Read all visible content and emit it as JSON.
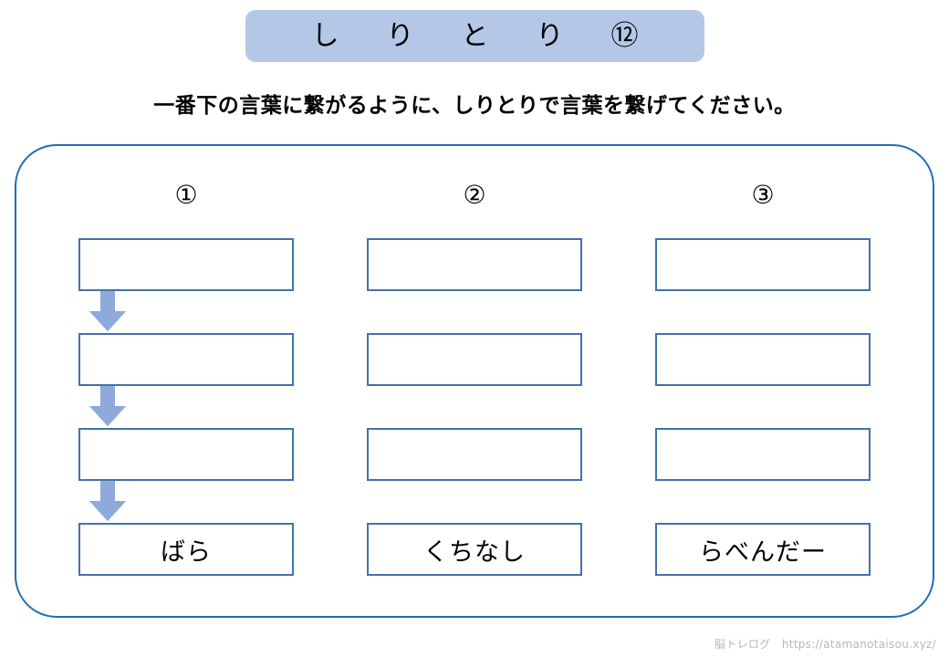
{
  "colors": {
    "title_bar_fill": "#B4C7E7",
    "panel_border": "#1F6FB5",
    "box_border": "#4472A8",
    "arrow_fill": "#8EA9DB",
    "footer_text": "#B8B8B8",
    "text": "#000000"
  },
  "header": {
    "title": "し　り　と　り　⑫",
    "subtitle": "一番下の言葉に繋がるように、しりとりで言葉を繋げてください。"
  },
  "puzzle": {
    "columns": [
      {
        "header": "①",
        "rows": [
          {
            "value": "",
            "filled": false
          },
          {
            "value": "",
            "filled": false
          },
          {
            "value": "",
            "filled": false
          },
          {
            "value": "ばら",
            "filled": true
          }
        ],
        "arrows": [
          "down-arrow",
          "down-arrow",
          "down-arrow"
        ]
      },
      {
        "header": "②",
        "rows": [
          {
            "value": "",
            "filled": false
          },
          {
            "value": "",
            "filled": false
          },
          {
            "value": "",
            "filled": false
          },
          {
            "value": "くちなし",
            "filled": true
          }
        ],
        "arrows": [
          "down-arrow",
          "down-arrow",
          "down-arrow"
        ]
      },
      {
        "header": "③",
        "rows": [
          {
            "value": "",
            "filled": false
          },
          {
            "value": "",
            "filled": false
          },
          {
            "value": "",
            "filled": false
          },
          {
            "value": "らべんだー",
            "filled": true
          }
        ],
        "arrows": [
          "down-arrow",
          "down-arrow",
          "down-arrow"
        ]
      }
    ]
  },
  "footer": {
    "credit": "脳トレログ　https://atamanotaisou.xyz/"
  }
}
